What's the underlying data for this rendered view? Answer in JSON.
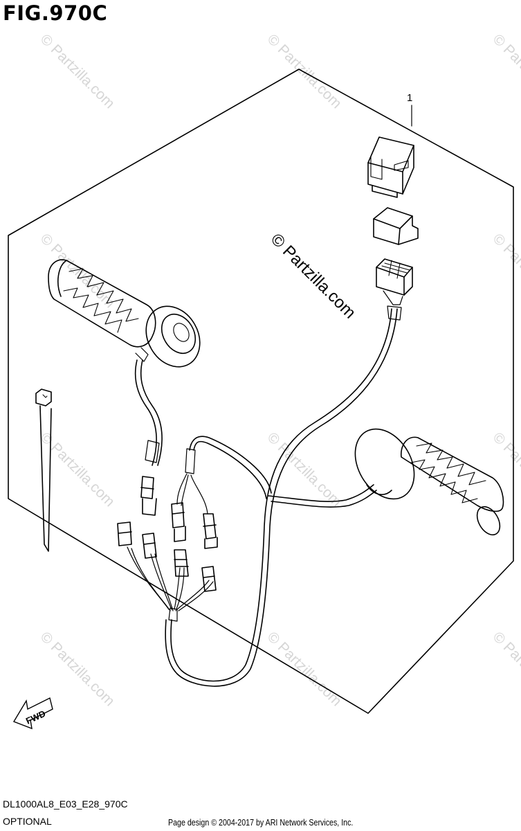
{
  "figure": {
    "title": "FIG.970C",
    "callout": "1",
    "fwd": "FWD",
    "model_code": "DL1000AL8_E03_E28_970C",
    "section": "OPTIONAL"
  },
  "watermark": {
    "main": "© Partzilla.com",
    "repeat": "© Partzilla.com"
  },
  "footer": {
    "copyright": "Page design © 2004-2017 by ARI Network Services, Inc."
  }
}
